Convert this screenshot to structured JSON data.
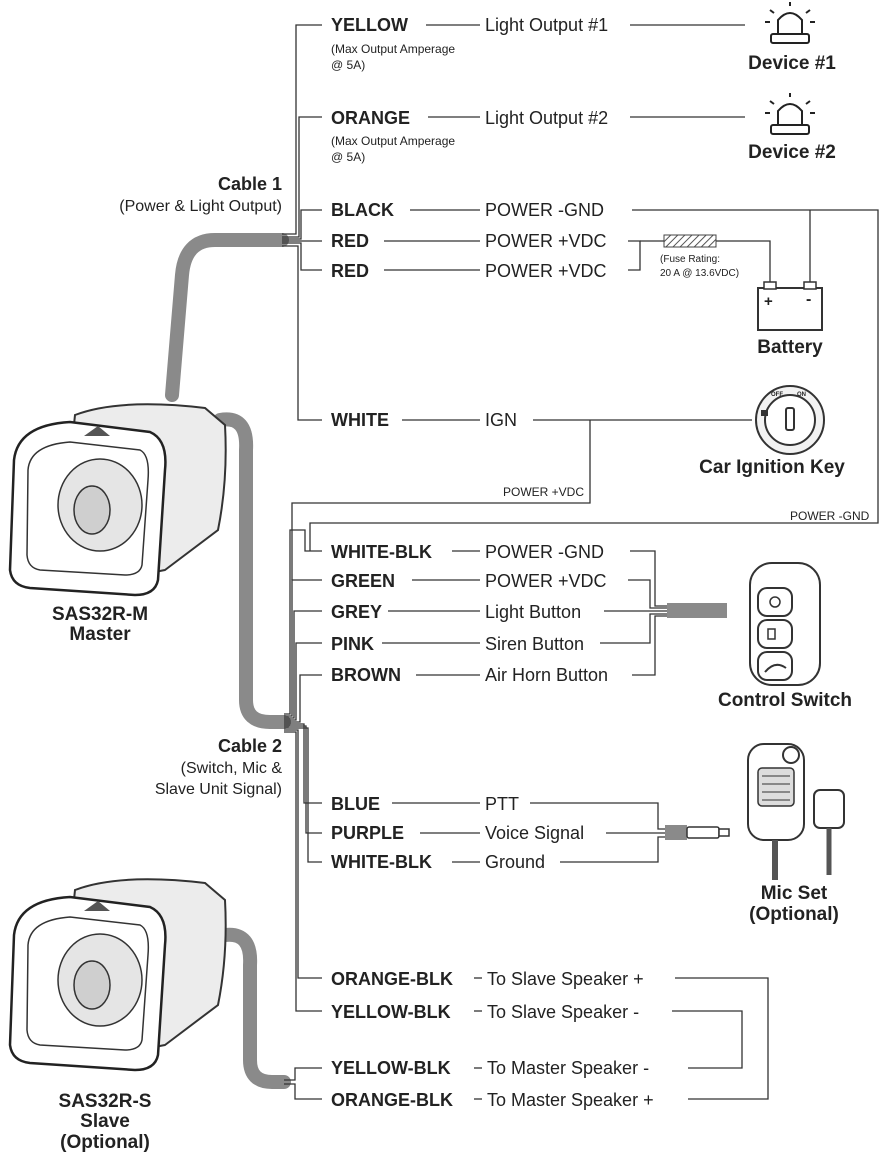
{
  "cable1": {
    "title": "Cable 1",
    "subtitle": "(Power & Light Output)"
  },
  "cable2": {
    "title": "Cable 2",
    "subtitle_1": "(Switch, Mic &",
    "subtitle_2": "Slave Unit Signal)"
  },
  "wires": {
    "yellow": {
      "color": "YELLOW",
      "function": "Light Output #1",
      "note_1": "(Max Output Amperage",
      "note_2": "@ 5A)"
    },
    "orange": {
      "color": "ORANGE",
      "function": "Light Output #2",
      "note_1": "(Max Output Amperage",
      "note_2": "@ 5A)"
    },
    "black": {
      "color": "BLACK",
      "function": "POWER -GND"
    },
    "red1": {
      "color": "RED",
      "function": "POWER +VDC"
    },
    "red2": {
      "color": "RED",
      "function": "POWER +VDC"
    },
    "white": {
      "color": "WHITE",
      "function": "IGN"
    },
    "white_blk": {
      "color": "WHITE-BLK",
      "function": "POWER -GND"
    },
    "green": {
      "color": "GREEN",
      "function": "POWER +VDC"
    },
    "grey": {
      "color": "GREY",
      "function": "Light Button"
    },
    "pink": {
      "color": "PINK",
      "function": "Siren Button"
    },
    "brown": {
      "color": "BROWN",
      "function": "Air Horn Button"
    },
    "blue": {
      "color": "BLUE",
      "function": "PTT"
    },
    "purple": {
      "color": "PURPLE",
      "function": "Voice Signal"
    },
    "white_blk2": {
      "color": "WHITE-BLK",
      "function": "Ground"
    },
    "orange_blk1": {
      "color": "ORANGE-BLK",
      "function": "To Slave Speaker +"
    },
    "yellow_blk1": {
      "color": "YELLOW-BLK",
      "function": "To Slave Speaker -"
    },
    "yellow_blk2": {
      "color": "YELLOW-BLK",
      "function": "To Master Speaker -"
    },
    "orange_blk2": {
      "color": "ORANGE-BLK",
      "function": "To Master Speaker +"
    }
  },
  "fuse": {
    "line_1": "(Fuse Rating:",
    "line_2": "20 A @ 13.6VDC)"
  },
  "battery": {
    "label": "Battery",
    "plus": "+",
    "minus": "-"
  },
  "ignition": {
    "label": "Car Ignition Key",
    "off": "OFF",
    "on": "ON"
  },
  "notes": {
    "power_vdc": "POWER +VDC",
    "power_gnd": "POWER -GND"
  },
  "devices": {
    "device1": "Device #1",
    "device2": "Device #2",
    "control_switch": "Control Switch",
    "mic_1": "Mic Set",
    "mic_2": "(Optional)"
  },
  "units": {
    "master_1": "SAS32R-M",
    "master_2": "Master",
    "slave_1": "SAS32R-S",
    "slave_2": "Slave",
    "slave_3": "(Optional)"
  },
  "icons": [
    "beacon-icon",
    "battery-icon",
    "ignition-key-icon",
    "control-switch-icon",
    "microphone-icon",
    "speaker-icon",
    "fuse-icon",
    "connector-icon"
  ]
}
